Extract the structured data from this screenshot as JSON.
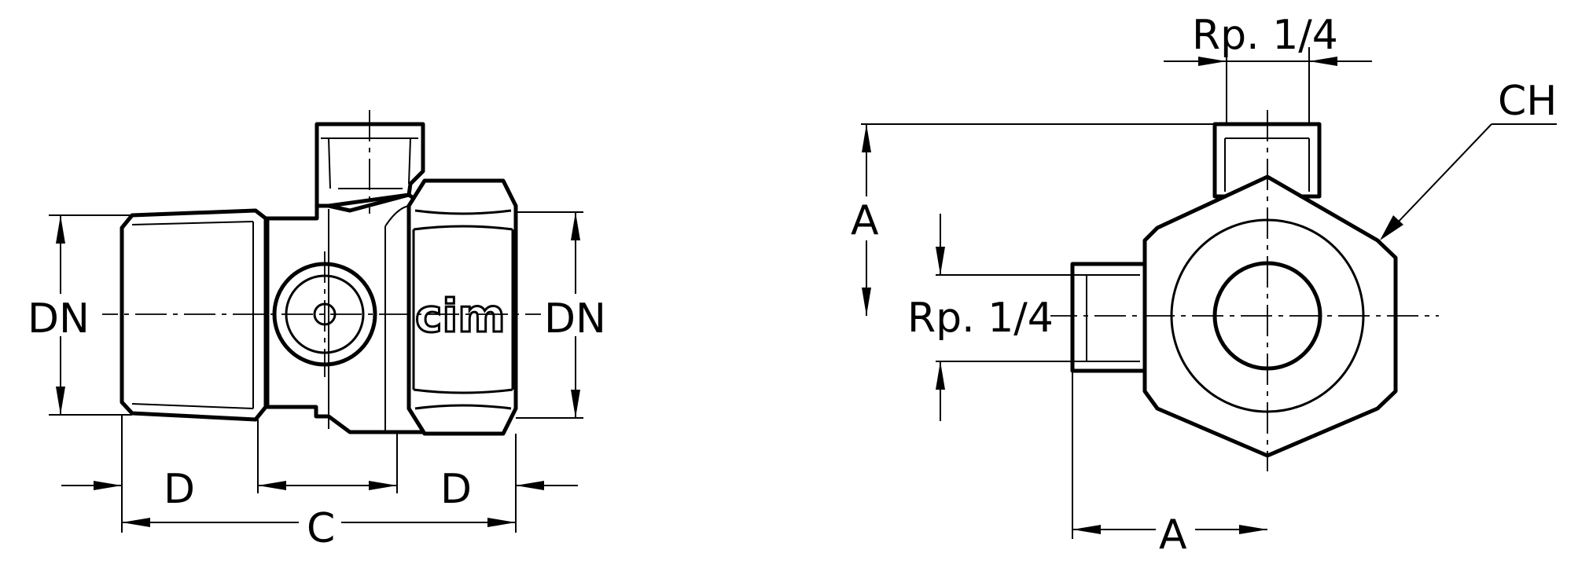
{
  "labels": {
    "dn_left": "DN",
    "dn_right": "DN",
    "d_left": "D",
    "d_right": "D",
    "c": "C",
    "logo": "cim",
    "rp_top": "Rp. 1/4",
    "rp_side": "Rp. 1/4",
    "ch": "CH",
    "a_vertical": "A",
    "a_horizontal": "A"
  }
}
